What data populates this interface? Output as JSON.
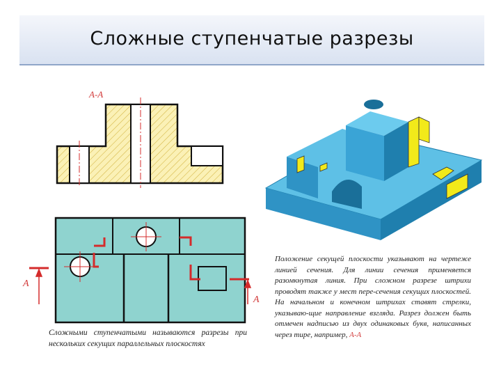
{
  "slide": {
    "title": "Сложные  ступенчатые  разрезы"
  },
  "drawing": {
    "section_label": "A-A",
    "cut_label_left": "A",
    "cut_label_right": "A"
  },
  "captions": {
    "left": "Сложными ступенчатыми называются разрезы при нескольких секущих параллельных плоскостях",
    "right": "Положение секущей плоскости указывают на чертеже линией сечения. Для линии сечения применяется разомкнутая линия. При сложном разрезе штрихи проводят также у мест пере-сечения секущих плоскостей. На начальном и конечном штрихах ставят стрелки, указываю-щие направление взгляда. Разрез должен быть отмечен надписью из двух одинаковых букв, написанных через тире, например,",
    "right_tail": "A-A"
  },
  "colors": {
    "hatch_fill": "#fbf1b6",
    "hatch_line": "#d6b94a",
    "plan_fill": "#8fd3cf",
    "cut_red": "#d42b2b",
    "model_blue": "#3fa9d6",
    "model_yellow": "#f2ea1a"
  }
}
